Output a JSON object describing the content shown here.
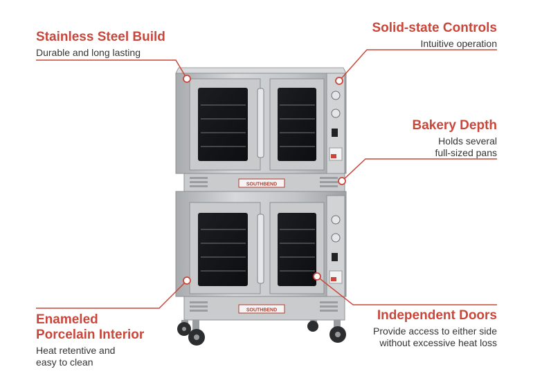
{
  "colors": {
    "accent": "#c9473a",
    "body_text": "#333333"
  },
  "features": {
    "stainless": {
      "title": "Stainless Steel Build",
      "desc": "Durable and long lasting"
    },
    "controls": {
      "title": "Solid-state Controls",
      "desc": "Intuitive operation"
    },
    "bakery": {
      "title": "Bakery Depth",
      "desc1": "Holds several",
      "desc2": "full-sized pans"
    },
    "enameled": {
      "title1": "Enameled",
      "title2": "Porcelain Interior",
      "desc1": "Heat retentive and",
      "desc2": "easy to clean"
    },
    "doors": {
      "title": "Independent Doors",
      "desc1": "Provide access to either side",
      "desc2": "without excessive heat loss"
    }
  },
  "product": {
    "brand_upper": "SOUTHBEND",
    "brand_lower": "SOUTHBEND"
  }
}
